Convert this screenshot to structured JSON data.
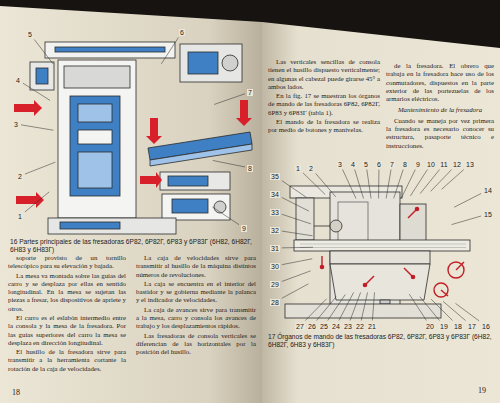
{
  "diagram": {
    "labels": [
      "1",
      "2",
      "3",
      "4",
      "5",
      "6",
      "7",
      "8",
      "9",
      "16 Partes principales de las fresadoras 6P82, 6P82Г, 6P83 y 6P83Г (6H82, 6H82Г, 6H83 y 6H83Г)",
      "soporte provisto de un tornillo telescópico para su elevación y bajada.",
      "La mesa va montada sobre las guías del carro y se desplaza por ellas en sentido longitudinal. En la mesa se sujetan las piezas a fresar, los dispositivos de apriete y otros.",
      "El carro es el eslabón intermedio entre la consola y la mesa de la fresadora. Por las guías superiores del carro la mesa se desplaza en dirección longitudinal.",
      "El husillo de la fresadora sirve para transmitir a la herramienta cortante la rotación de la caja de velocidades.",
      "La caja de velocidades sirve para transmitir al husillo de la máquina distintos números de revoluciones.",
      "La caja se encuentra en el interior del bastidor y se gobierna mediante la palanca y el indicador de velocidades.",
      "La caja de avances sirve para transmitir a la mesa, carro y consola los avances de trabajo y los desplazamientos rápidos.",
      "Las fresadoras de consola verticales se diferencian de las horizontales por la posición del husillo.",
      "18",
      "Las verticales sencillas de consola tienen el husillo dispuesto verticalmente; en algunas el cabezal puede girarse 45° a ambos lados.",
      "En la fig. 17 se muestran los órganos de mando de las fresadoras 6P82, 6P82Г, 6P83 y 6P83Г (tabla 1).",
      "El mando de la fresadora se realiza por medio de botones y manivelas.",
      "de la fresadora. El obrero que trabaja en la fresadora hace uso de los conmutadores, dispuestos en la parte exterior de las portezuelas de los armarios eléctricos.",
      "Mantenimiento de la fresadora",
      "Cuando se maneja por vez primera la fresadora es necesario conocer su estructura, pasaporte técnico e instrucciones.",
      "1",
      "2",
      "3",
      "4",
      "5",
      "6",
      "7",
      "8",
      "9",
      "10",
      "11",
      "12",
      "13",
      "14",
      "15",
      "16",
      "17",
      "18",
      "19",
      "20",
      "21",
      "22",
      "23",
      "24",
      "25",
      "26",
      "27",
      "28",
      "29",
      "30",
      "31",
      "32",
      "33",
      "34",
      "35",
      "17 Órganos de mando de las fresadoras 6P82, 6P82Г, 6P83 y 6P83Г (6H82, 6H82Г, 6H83 y 6H83Г)",
      "19"
    ]
  }
}
